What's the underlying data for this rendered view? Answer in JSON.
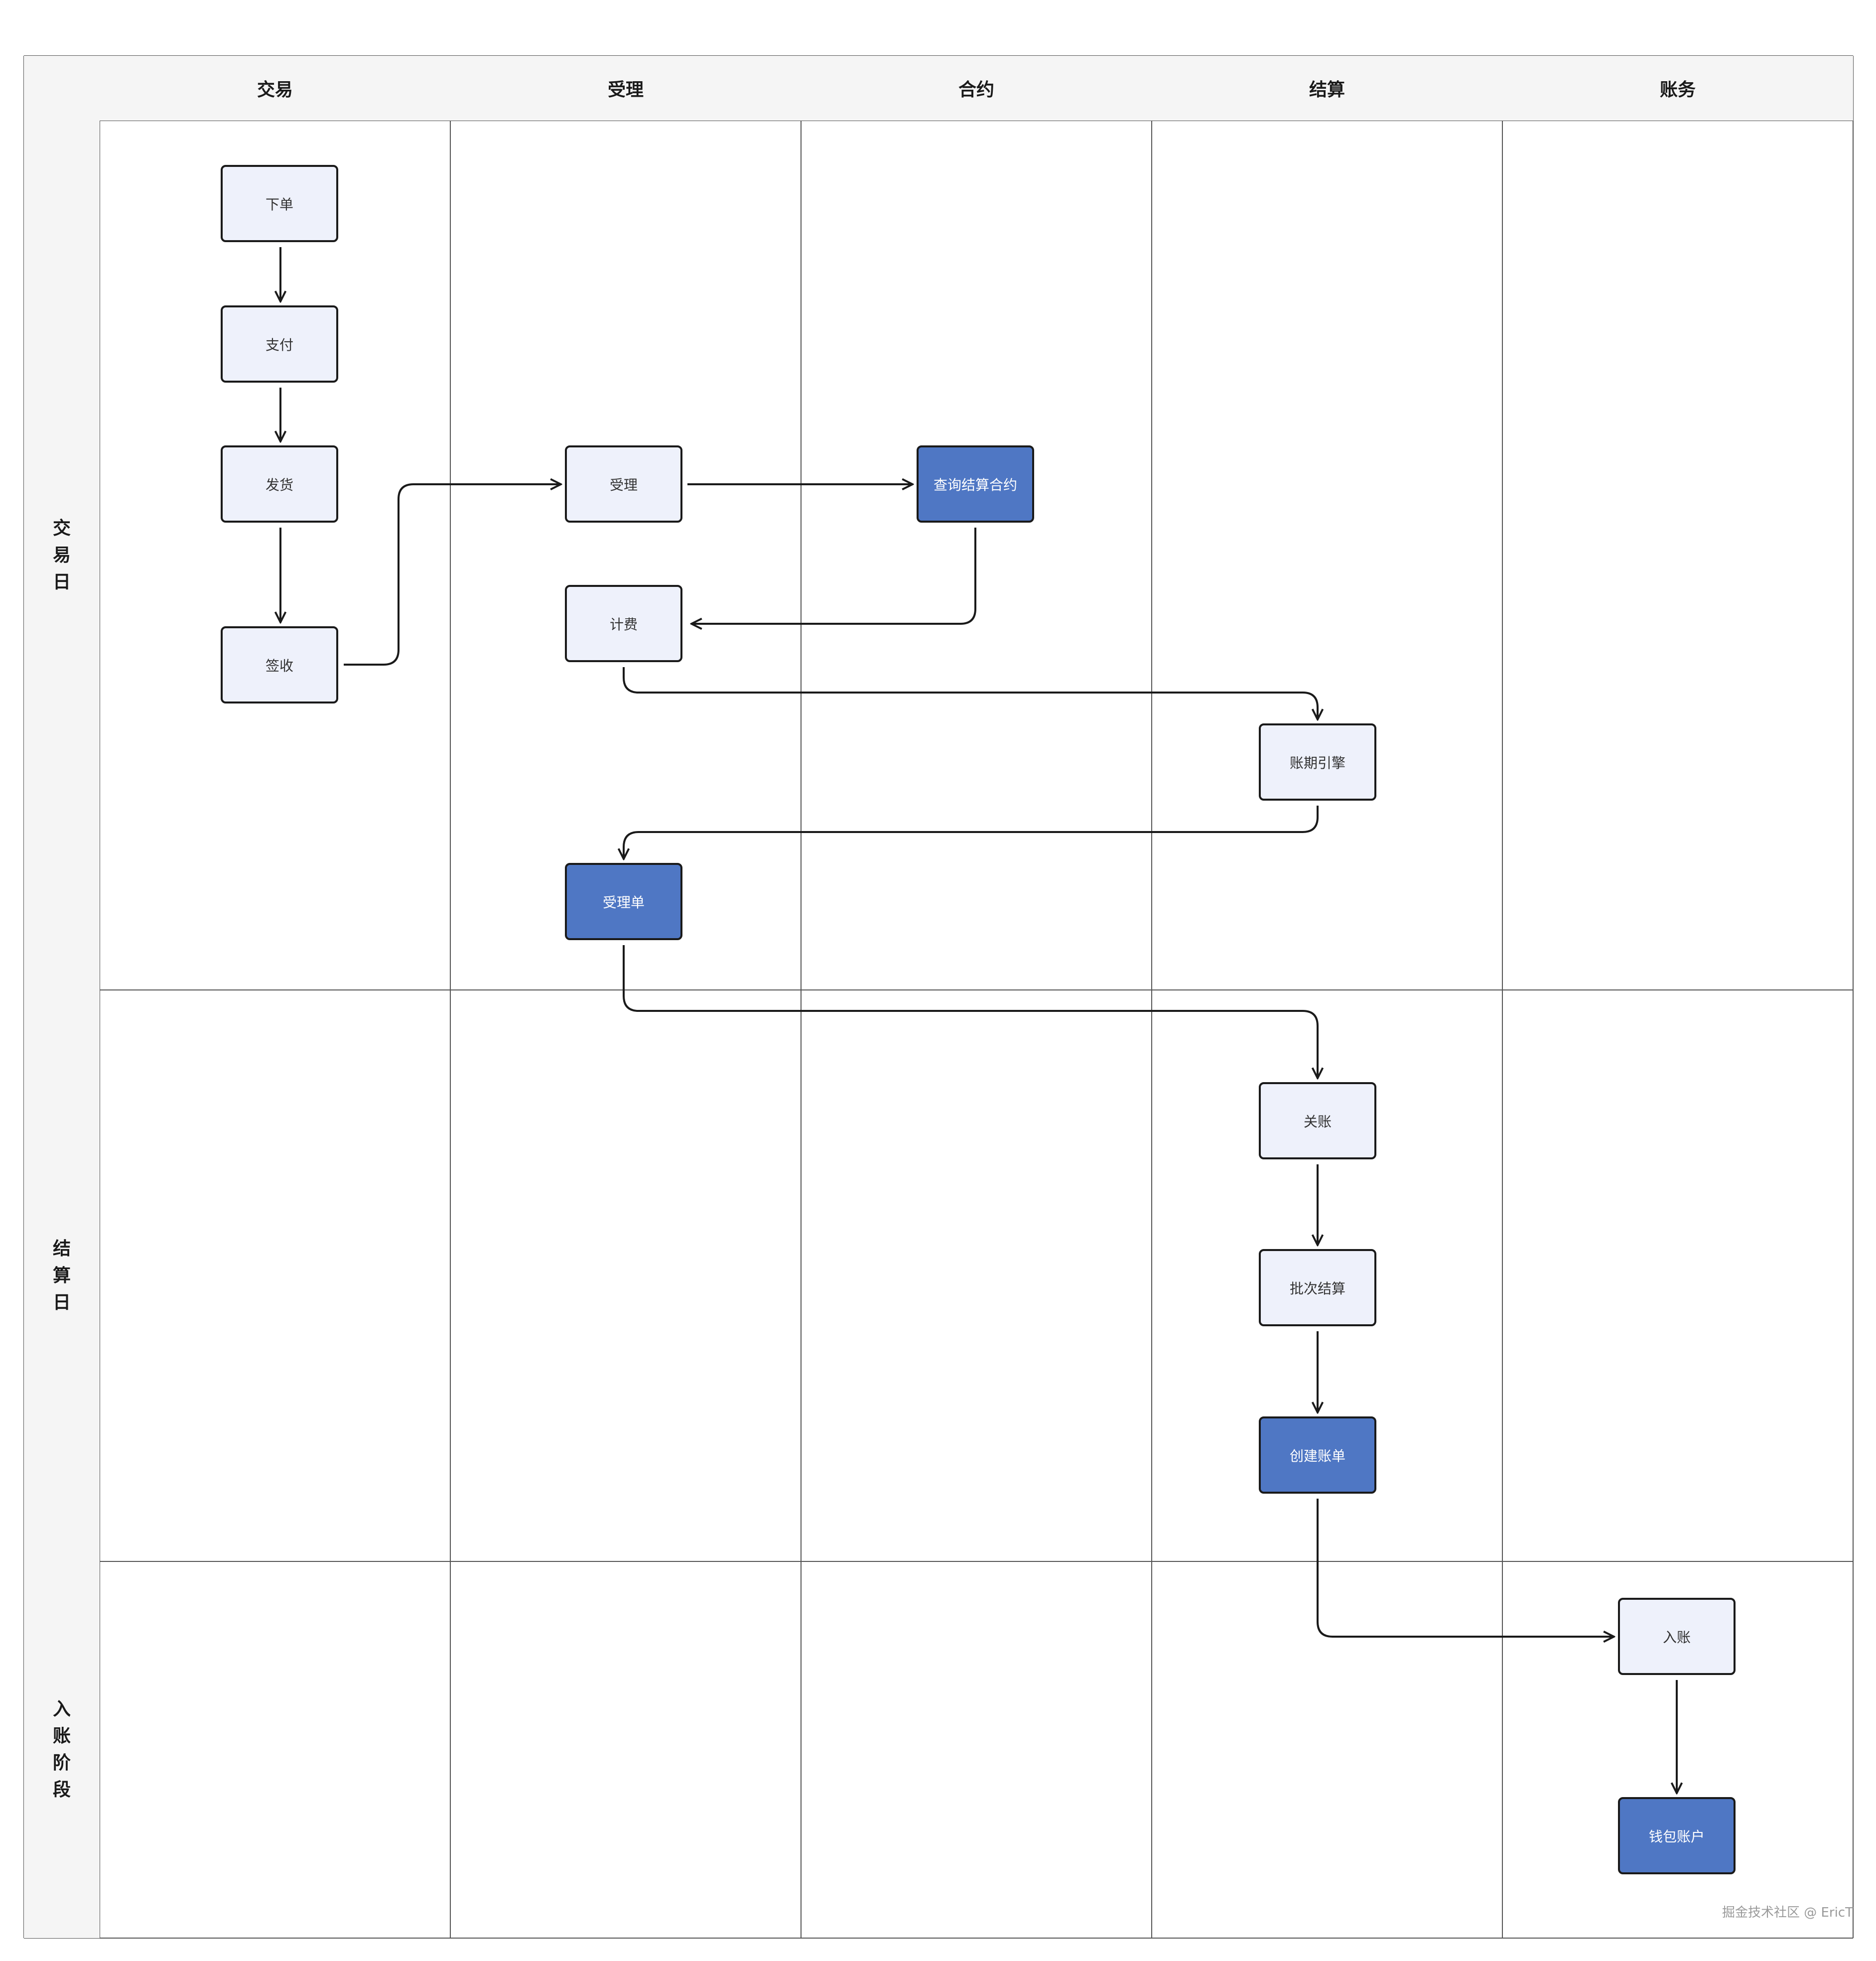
{
  "colors": {
    "node_fill": "#eef1fb",
    "node_primary_fill": "#4f77c4",
    "border": "#1a1a1a",
    "header_fill": "#f5f5f5",
    "grid_line": "#555555"
  },
  "columns": [
    "交易",
    "受理",
    "合约",
    "结算",
    "账务"
  ],
  "rows": [
    {
      "label": "交易日"
    },
    {
      "label": "结算日"
    },
    {
      "label": "入账阶段"
    }
  ],
  "nodes": [
    {
      "id": "order",
      "label": "下单",
      "col": 0,
      "primary": false
    },
    {
      "id": "pay",
      "label": "支付",
      "col": 0,
      "primary": false
    },
    {
      "id": "ship",
      "label": "发货",
      "col": 0,
      "primary": false
    },
    {
      "id": "sign",
      "label": "签收",
      "col": 0,
      "primary": false
    },
    {
      "id": "accept",
      "label": "受理",
      "col": 1,
      "primary": false
    },
    {
      "id": "query",
      "label": "查询结算合约",
      "col": 2,
      "primary": true
    },
    {
      "id": "fee",
      "label": "计费",
      "col": 1,
      "primary": false
    },
    {
      "id": "period",
      "label": "账期引擎",
      "col": 3,
      "primary": false
    },
    {
      "id": "acceptbill",
      "label": "受理单",
      "col": 1,
      "primary": true
    },
    {
      "id": "close",
      "label": "关账",
      "col": 3,
      "primary": false
    },
    {
      "id": "batch",
      "label": "批次结算",
      "col": 3,
      "primary": false
    },
    {
      "id": "createbill",
      "label": "创建账单",
      "col": 3,
      "primary": true
    },
    {
      "id": "post",
      "label": "入账",
      "col": 4,
      "primary": false
    },
    {
      "id": "wallet",
      "label": "钱包账户",
      "col": 4,
      "primary": true
    }
  ],
  "edges": [
    [
      "order",
      "pay"
    ],
    [
      "pay",
      "ship"
    ],
    [
      "ship",
      "sign"
    ],
    [
      "sign",
      "accept"
    ],
    [
      "accept",
      "query"
    ],
    [
      "query",
      "fee"
    ],
    [
      "fee",
      "period"
    ],
    [
      "period",
      "acceptbill"
    ],
    [
      "acceptbill",
      "close"
    ],
    [
      "close",
      "batch"
    ],
    [
      "batch",
      "createbill"
    ],
    [
      "createbill",
      "post"
    ],
    [
      "post",
      "wallet"
    ]
  ],
  "watermark": "掘金技术社区 @ EricT"
}
